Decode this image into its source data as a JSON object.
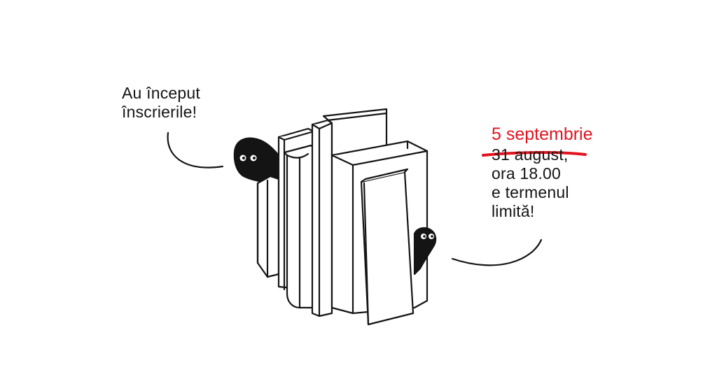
{
  "left_note": {
    "lines": [
      "Au început",
      "înscrierile!"
    ]
  },
  "right_note": {
    "old_date": "31 august,",
    "new_date": "5 septembrie",
    "lines": [
      "ora 18.00",
      "e termenul",
      "limită!"
    ]
  },
  "colors": {
    "ink": "#141414",
    "accent_red": "#e2141f",
    "background": "#ffffff"
  },
  "icons": [
    "books-stack-icon",
    "ghost-creature-icon",
    "speech-curve-icon"
  ]
}
